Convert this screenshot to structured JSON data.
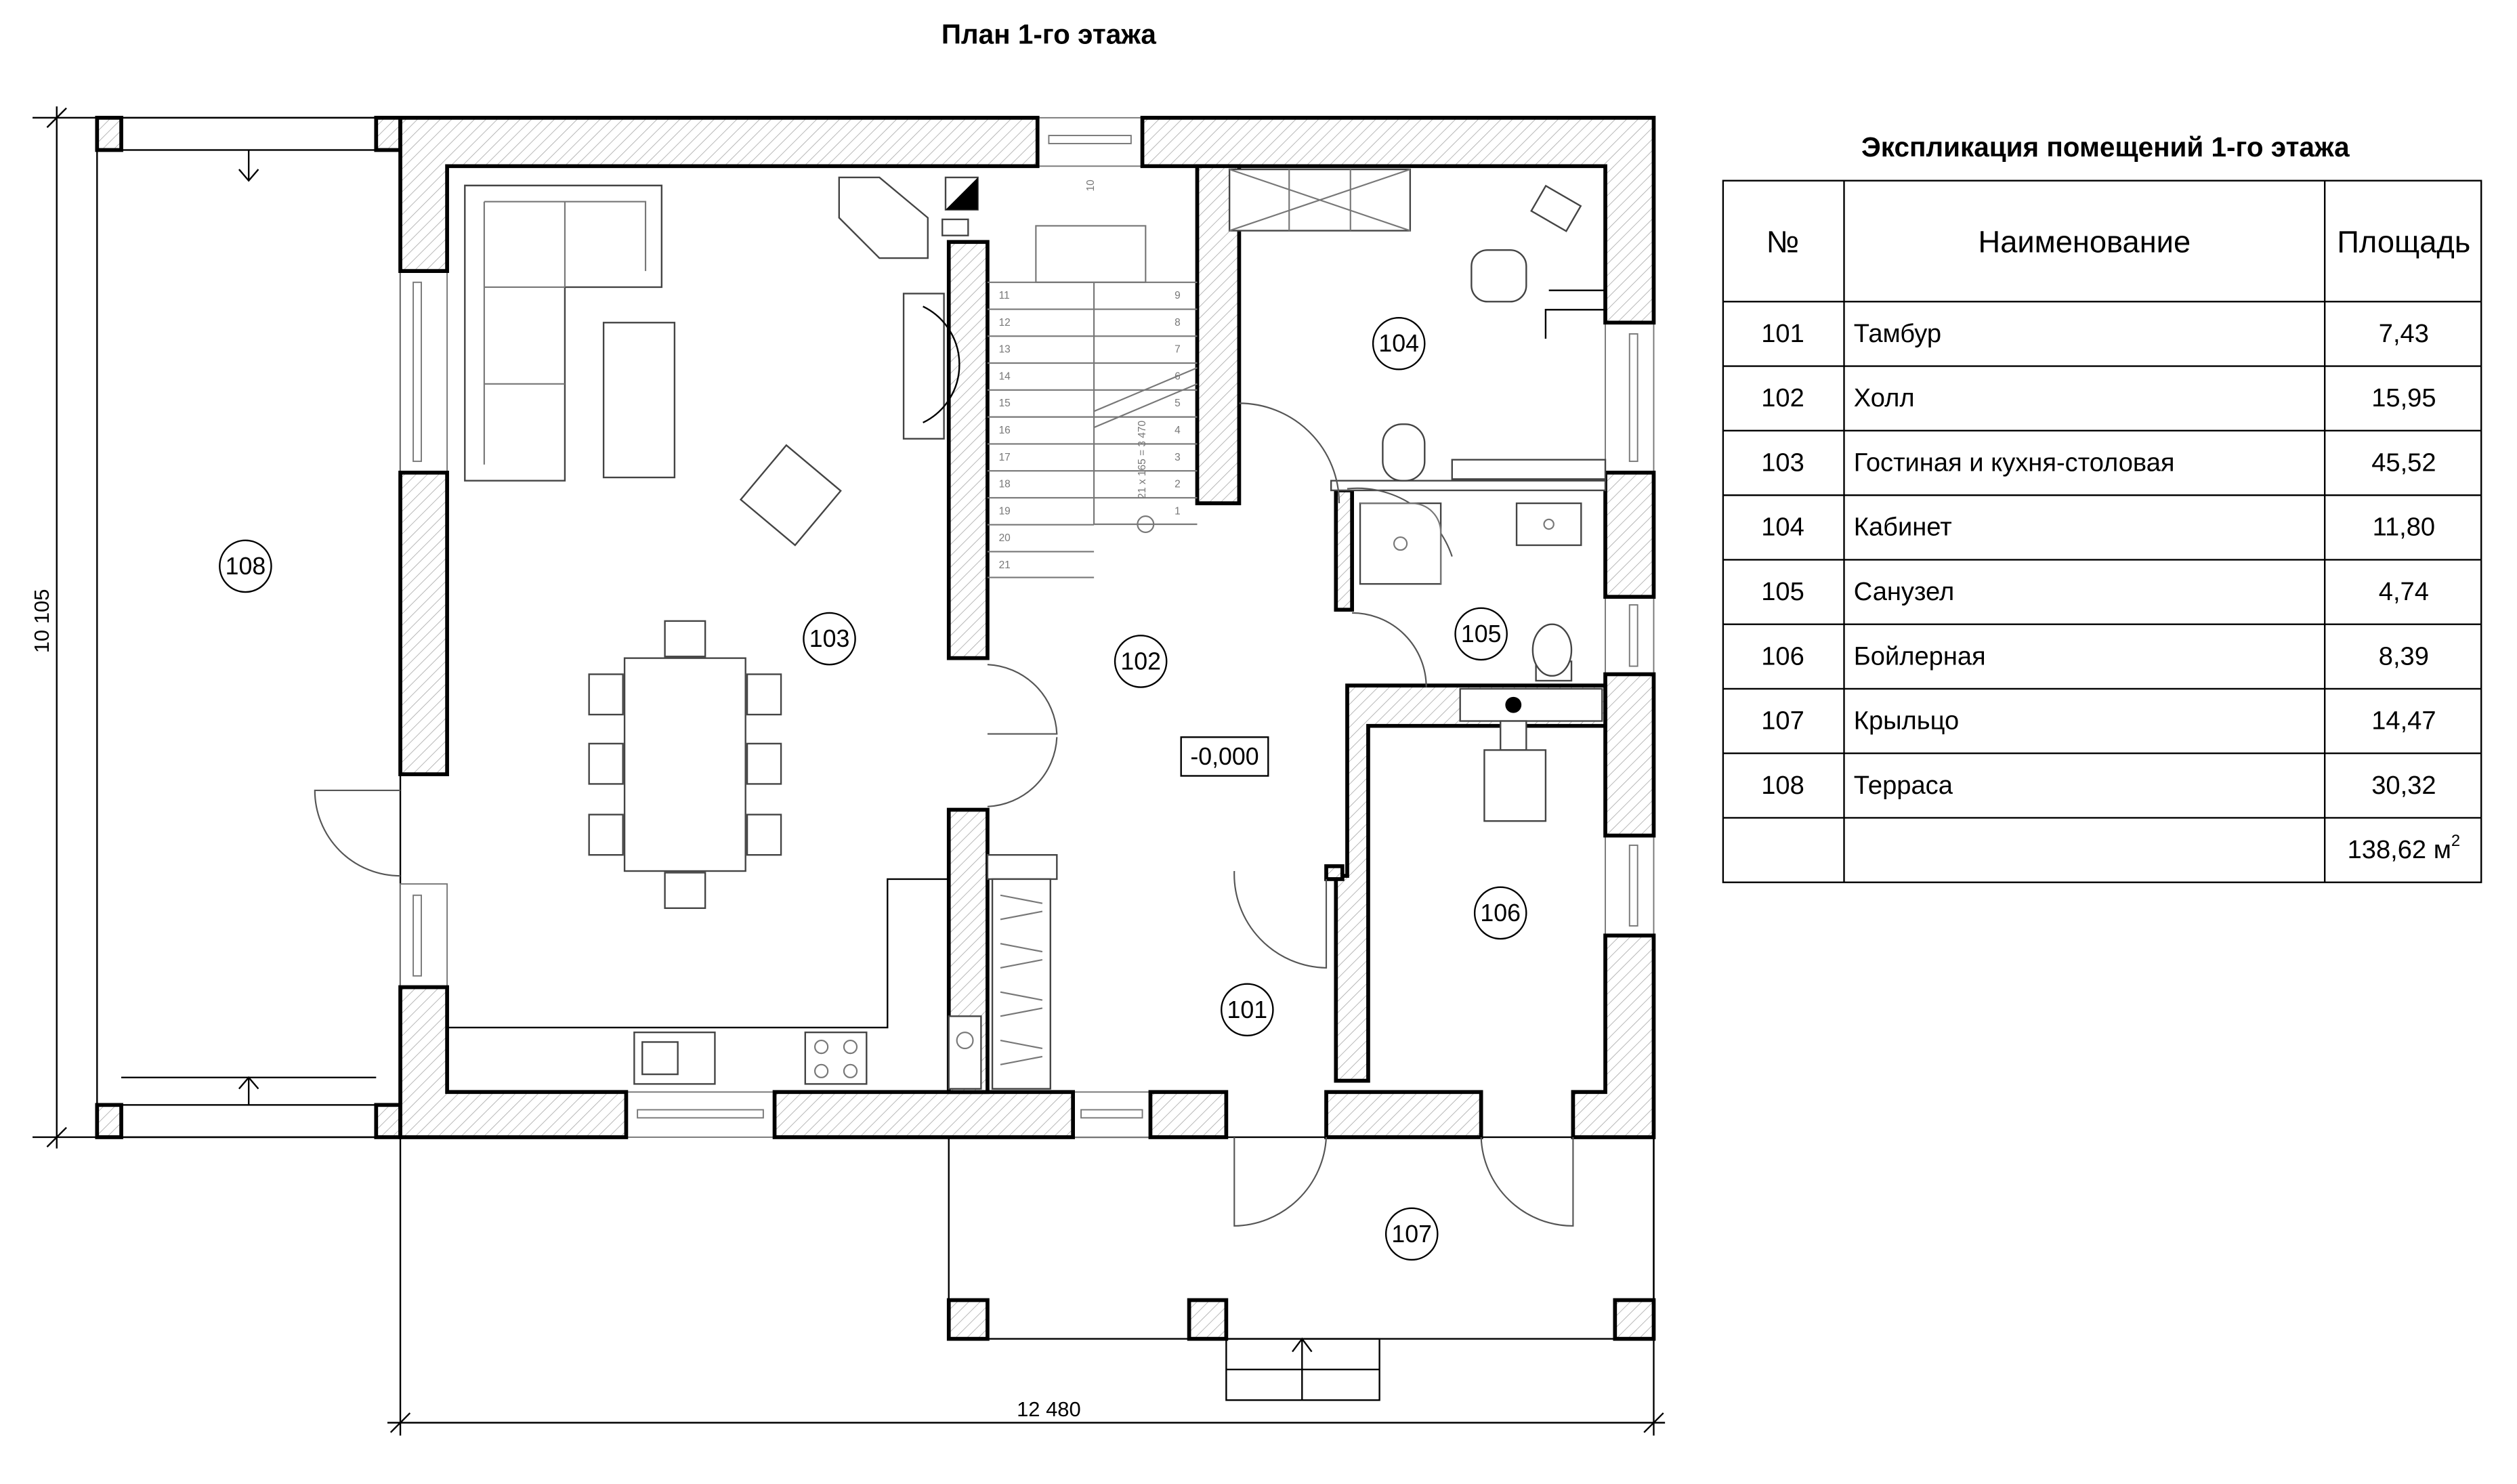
{
  "plan": {
    "title": "План 1-го этажа",
    "dimension_height": "10 105",
    "dimension_width": "12 480",
    "elevation": "-0,000",
    "stair_note": "21 x 165 = 3 470",
    "stair_landing_number": "10",
    "stair_left_numbers": [
      "11",
      "12",
      "13",
      "14",
      "15",
      "16",
      "17",
      "18",
      "19",
      "20",
      "21"
    ],
    "stair_right_numbers": [
      "9",
      "8",
      "7",
      "6",
      "5",
      "4",
      "3",
      "2",
      "1"
    ],
    "rooms": {
      "r101": "101",
      "r102": "102",
      "r103": "103",
      "r104": "104",
      "r105": "105",
      "r106": "106",
      "r107": "107",
      "r108": "108"
    }
  },
  "explication": {
    "title": "Экспликация помещений 1-го этажа",
    "headers": {
      "number": "№",
      "name": "Наименование",
      "area": "Площадь"
    },
    "rows": [
      {
        "number": "101",
        "name": "Тамбур",
        "area": "7,43"
      },
      {
        "number": "102",
        "name": "Холл",
        "area": "15,95"
      },
      {
        "number": "103",
        "name": "Гостиная и кухня-столовая",
        "area": "45,52"
      },
      {
        "number": "104",
        "name": "Кабинет",
        "area": "11,80"
      },
      {
        "number": "105",
        "name": "Санузел",
        "area": "4,74"
      },
      {
        "number": "106",
        "name": "Бойлерная",
        "area": "8,39"
      },
      {
        "number": "107",
        "name": "Крыльцо",
        "area": "14,47"
      },
      {
        "number": "108",
        "name": "Терраса",
        "area": "30,32"
      }
    ],
    "total": "138,62 м",
    "total_unit_power": "2"
  }
}
